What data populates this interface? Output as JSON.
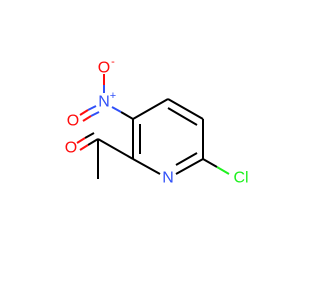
{
  "molecule": {
    "atoms": {
      "nitrogen_ring": {
        "symbol": "N",
        "color": "#3050f8"
      },
      "chlorine": {
        "symbol": "Cl",
        "color": "#1ff01f"
      },
      "nitro_nitrogen": {
        "symbol": "N",
        "charge": "+",
        "color": "#3050f8"
      },
      "nitro_oxygen_anion": {
        "symbol": "O",
        "charge": "-",
        "color": "#ff0d0d"
      },
      "nitro_oxygen_double": {
        "symbol": "O",
        "color": "#ff0d0d"
      },
      "carbonyl_oxygen": {
        "symbol": "O",
        "color": "#ff0d0d"
      }
    },
    "bond_color": "#000000"
  }
}
